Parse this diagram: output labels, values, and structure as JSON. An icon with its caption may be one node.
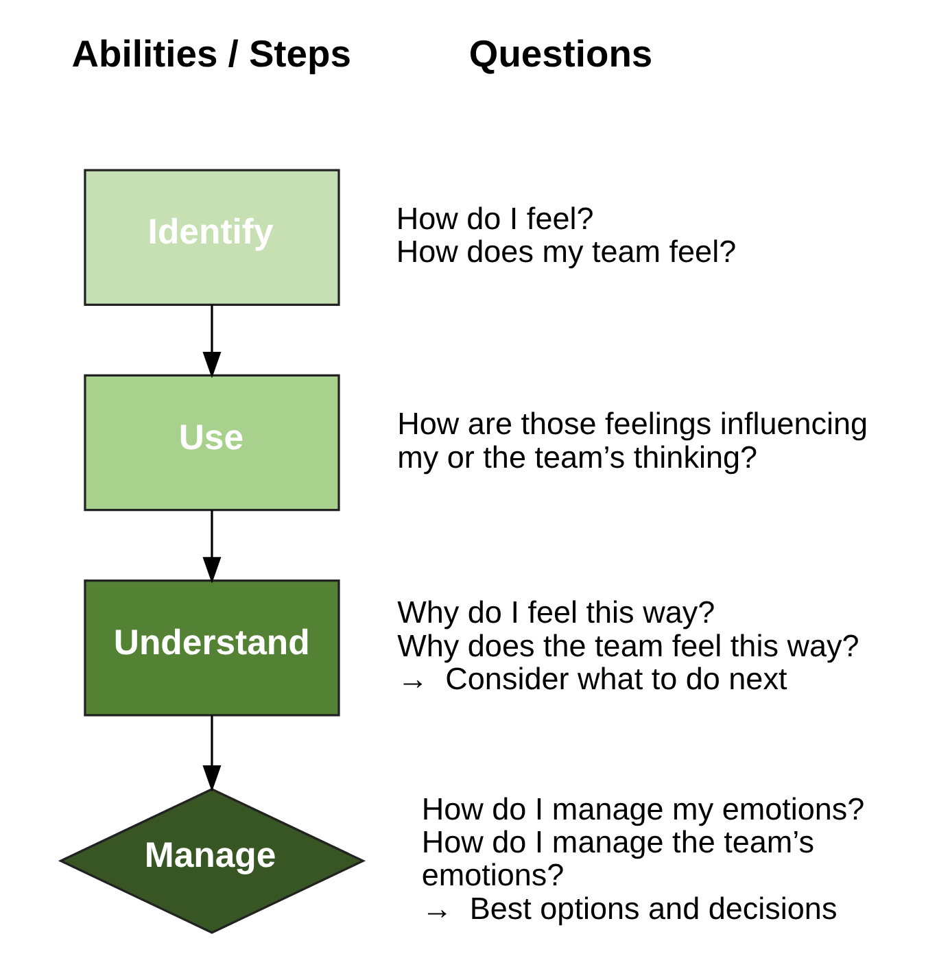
{
  "diagram": {
    "nodes": [
      {
        "text": [
          "Identify"
        ],
        "beside": [
          "How do I feel?",
          "How does my team feel?"
        ]
      },
      {
        "text": [
          "Use"
        ],
        "beside": [
          "How are those feelings influencing my or the team’s thinking?"
        ]
      },
      {
        "text": [
          "Understand"
        ],
        "beside": [
          "Why do I feel this way?",
          "Why does the team feel this way?",
          "→  Consider what to do next"
        ]
      },
      {
        "text": [
          "Manage"
        ],
        "beside": [
          "How do I manage my emotions?",
          "How do I manage the team’s emotions?",
          "→  Best options and decisions"
        ]
      }
    ],
    "edges": [
      {
        "from": 0,
        "to": 1,
        "arrow": "to"
      },
      {
        "from": 1,
        "to": 2,
        "arrow": "to"
      },
      {
        "from": 2,
        "to": 3,
        "arrow": "to"
      }
    ],
    "labels": [
      "Abilities / Steps",
      "Questions"
    ]
  }
}
